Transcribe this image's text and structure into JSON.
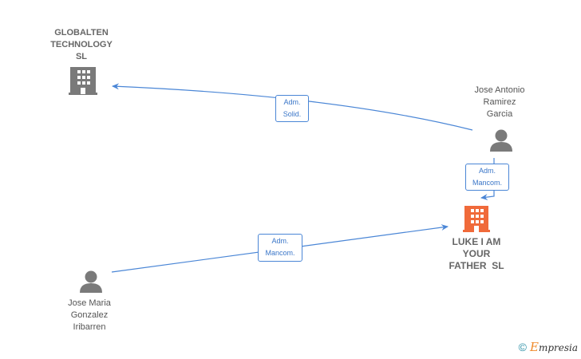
{
  "nodes": {
    "globalten": {
      "label_lines": [
        "GLOBALTEN",
        "TECHNOLOGY",
        "SL"
      ],
      "type": "company"
    },
    "jose_antonio": {
      "label_lines": [
        "Jose Antonio",
        "Ramirez",
        "Garcia"
      ],
      "type": "person"
    },
    "luke": {
      "label_lines": [
        "LUKE I AM",
        "YOUR",
        "FATHER  SL"
      ],
      "type": "company-focus"
    },
    "jose_maria": {
      "label_lines": [
        "Jose Maria",
        "Gonzalez",
        "Iribarren"
      ],
      "type": "person"
    }
  },
  "edges": [
    {
      "from": "jose_antonio",
      "to": "globalten",
      "label_lines": [
        "Adm.",
        "Solid."
      ]
    },
    {
      "from": "jose_antonio",
      "to": "luke",
      "label_lines": [
        "Adm.",
        "Mancom."
      ]
    },
    {
      "from": "jose_maria",
      "to": "luke",
      "label_lines": [
        "Adm.",
        "Mancom."
      ]
    }
  ],
  "colors": {
    "edge": "#4a86d6",
    "company_icon": "#7a7a7a",
    "focus_icon": "#f06a3a",
    "person_icon": "#7a7a7a"
  },
  "watermark": {
    "copyright_symbol": "©",
    "brand_initial": "E",
    "brand_rest": "mpresia"
  }
}
